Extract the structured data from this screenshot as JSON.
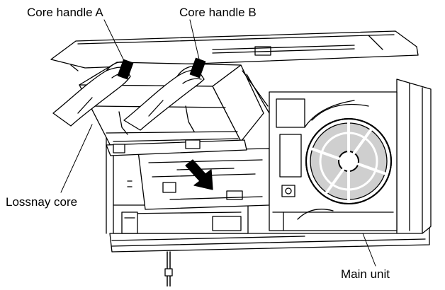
{
  "labels": {
    "core_handle_a": "Core handle A",
    "core_handle_b": "Core handle B",
    "lossnay_core": "Lossnay core",
    "main_unit": "Main unit"
  },
  "colors": {
    "line": "#000000",
    "background": "#ffffff",
    "filter_gray": "#cfcfcf"
  }
}
